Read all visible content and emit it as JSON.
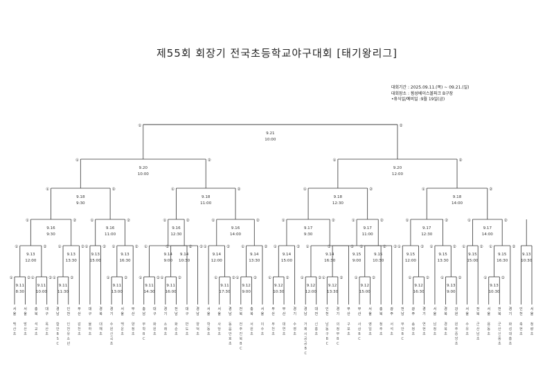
{
  "title": "제55회 회장기 전국초등학교야구대회 [태기왕리그]",
  "info": {
    "period": "대회기간 : 2025.09.11.(목) ~ 09.21.(일)",
    "venue": "대회장소 : 횡성베이스볼파크 B구장",
    "rest": "•휴식일/예비일 :9월 19일(금)"
  },
  "teams": [
    {
      "region": "서울",
      "school": "백산초"
    },
    {
      "region": "서울",
      "school": "방산초"
    },
    {
      "region": "충북",
      "school": "석교초"
    },
    {
      "region": "대구",
      "school": "옥산초"
    },
    {
      "region": "경남",
      "school": "함안BSC"
    },
    {
      "region": "인천",
      "school": "인천유소년"
    },
    {
      "region": "부산",
      "school": "감천초"
    },
    {
      "region": "대구",
      "school": "율하초"
    },
    {
      "region": "경북",
      "school": "대해초"
    },
    {
      "region": "경기",
      "school": "수원신곡초"
    },
    {
      "region": "서울",
      "school": "백운초"
    },
    {
      "region": "부산",
      "school": "양정초"
    },
    {
      "region": "충남",
      "school": "무학BC"
    },
    {
      "region": "대구",
      "school": "화원초"
    },
    {
      "region": "경기",
      "school": "소래초"
    },
    {
      "region": "전남",
      "school": "화순초"
    },
    {
      "region": "대구",
      "school": "반도초"
    },
    {
      "region": "경남",
      "school": "양덕초"
    },
    {
      "region": "서울",
      "school": "학동초"
    },
    {
      "region": "서울",
      "school": "사당초"
    },
    {
      "region": "경남",
      "school": "동읍안호초"
    },
    {
      "region": "전북",
      "school": "전주진북BC"
    },
    {
      "region": "충북",
      "school": "서원초"
    },
    {
      "region": "서울",
      "school": "이수초"
    },
    {
      "region": "부산",
      "school": "부천초"
    },
    {
      "region": "부산",
      "school": "대연초"
    },
    {
      "region": "경기",
      "school": "수영초"
    },
    {
      "region": "경남",
      "school": "거제시공공BC"
    },
    {
      "region": "대전",
      "school": "신흥초"
    },
    {
      "region": "인천",
      "school": "남동구BC"
    },
    {
      "region": "경기",
      "school": "의정부BC"
    },
    {
      "region": "부산",
      "school": "구포초"
    },
    {
      "region": "부산",
      "school": "사상BC"
    },
    {
      "region": "서울",
      "school": "영일초"
    },
    {
      "region": "충북",
      "school": "청주초"
    },
    {
      "region": "광주",
      "school": "서석초"
    },
    {
      "region": "전남",
      "school": "무안BC"
    },
    {
      "region": "광주",
      "school": "송정초"
    },
    {
      "region": "경기",
      "school": "연현초"
    },
    {
      "region": "서울",
      "school": "남정초"
    },
    {
      "region": "경북",
      "school": "경북초"
    },
    {
      "region": "강원",
      "school": "원주중앙초"
    },
    {
      "region": "서울",
      "school": "수유초"
    },
    {
      "region": "전북",
      "school": "군산남초"
    },
    {
      "region": "서울",
      "school": "용동초"
    },
    {
      "region": "전북",
      "school": "군산신풍초"
    },
    {
      "region": "경기",
      "school": "화성대흥초"
    },
    {
      "region": "인천",
      "school": "축현초"
    },
    {
      "region": "서울",
      "school": "청량초"
    }
  ],
  "games": {
    "r1": [
      "9.11\n8:30",
      "9.11\n10:00",
      "9.11\n11:30",
      "9.11\n13:00",
      "9.11\n14:30",
      "9.11\n16:00",
      "9.11\n17:30",
      "9.12\n9:00",
      "9.12\n10:30",
      "9.12\n12:00",
      "9.12\n13:30",
      "9.12\n15:00",
      "9.12\n16:30",
      "9.13\n9:00",
      "9.13\n10:30"
    ],
    "r2": [
      "9.13\n12:00",
      "9.13\n13:30",
      "9.13\n15:00",
      "9.13\n16:30",
      "9.14\n9:00",
      "9.14\n10:30",
      "9.14\n12:00",
      "9.14\n13:30",
      "9.14\n15:00",
      "9.14\n16:30",
      "9.15\n9:00",
      "9.15\n10:30",
      "9.15\n12:00",
      "9.15\n13:30",
      "9.15\n15:00",
      "9.15\n16:30"
    ],
    "r3": [
      "9.16\n9:30",
      "9.16\n11:00",
      "9.16\n12:30",
      "9.16\n14:00",
      "9.17\n9:30",
      "9.17\n11:00",
      "9.17\n12:30",
      "9.17\n14:00"
    ],
    "r4": [
      "9.18\n9:30",
      "9.18\n11:00",
      "9.18\n12:30",
      "9.18\n14:00"
    ],
    "r5": [
      "9.20\n10:00",
      "9.20\n12:00"
    ],
    "r6": [
      "9.21\n10:00"
    ]
  },
  "seed_markers": [
    "①",
    "②",
    "③"
  ]
}
